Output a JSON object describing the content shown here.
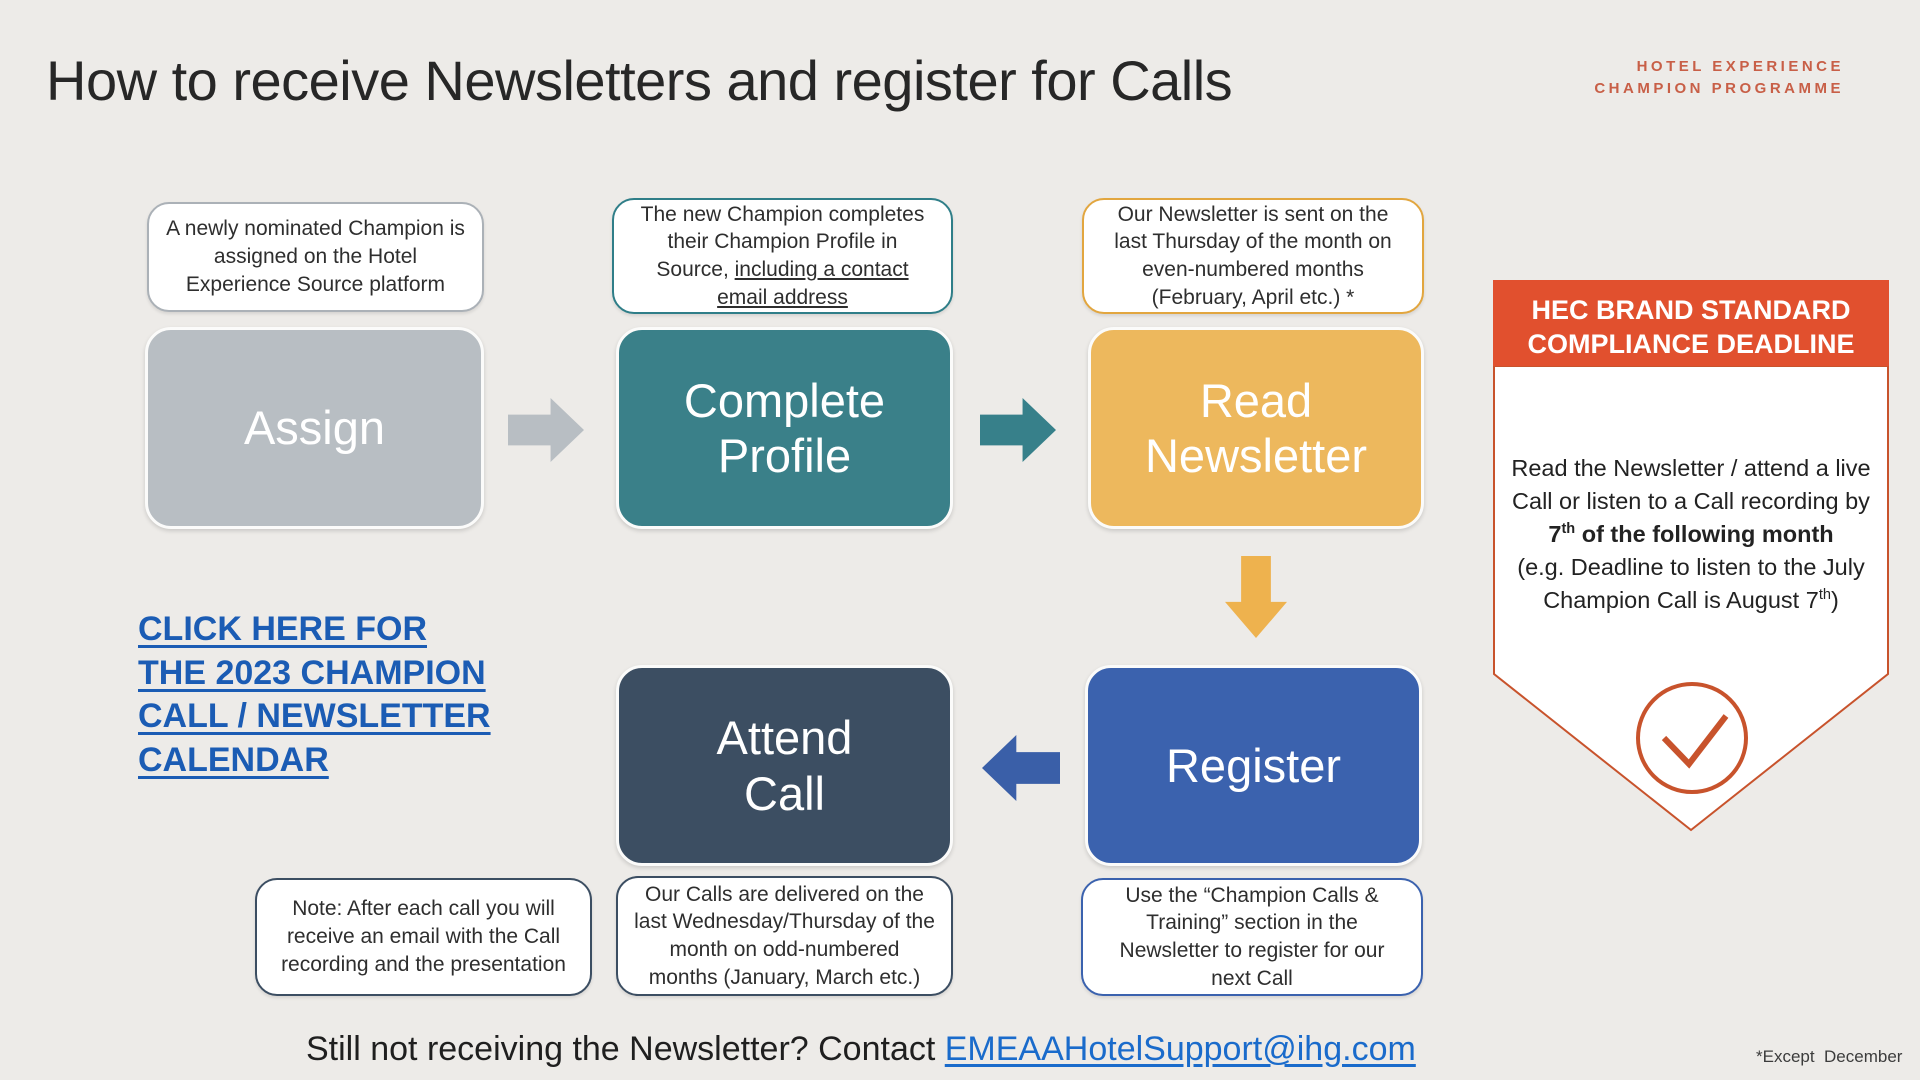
{
  "title": "How to receive Newsletters and register for Calls",
  "logo": {
    "line1": "HOTEL EXPERIENCE",
    "line2": "CHAMPION PROGRAMME"
  },
  "steps": {
    "assign": {
      "label": "Assign",
      "note": "A newly nominated Champion is assigned on the Hotel Experience Source platform"
    },
    "complete_profile": {
      "label": "Complete Profile",
      "note_prefix": "The new Champion completes their Champion Profile in Source, ",
      "note_underlined": "including a contact email address"
    },
    "read_newsletter": {
      "label": "Read Newsletter",
      "note": "Our Newsletter is sent on the last Thursday of the month on even-numbered months (February, April etc.) *"
    },
    "register": {
      "label": "Register",
      "note": "Use the “Champion Calls & Training” section in the Newsletter to register for our next Call"
    },
    "attend_call": {
      "label": "Attend Call",
      "note": "Our Calls are delivered on the last Wednesday/Thursday of the month on odd-numbered months (January, March etc.)",
      "extra_note": "Note: After each call you will receive an email with the Call recording and the presentation"
    }
  },
  "calendar_link": {
    "lines": [
      "CLICK HERE FOR",
      "THE 2023 CHAMPION",
      "CALL / NEWSLETTER",
      "CALENDAR"
    ]
  },
  "badge": {
    "header": "HEC BRAND STANDARD COMPLIANCE DEADLINE",
    "body_intro": "Read the Newsletter / attend a live Call or listen to a Call recording by",
    "deadline_day": "7",
    "deadline_sup": "th",
    "deadline_rest": " of the following month",
    "example_start": "(e.g. Deadline to listen to the July Champion Call is August 7",
    "example_sup": "th",
    "example_end": ")",
    "icon": "check-circle-icon"
  },
  "footer": {
    "question": "Still not receiving the Newsletter? Contact ",
    "email": "EMEAAHotelSupport@ihg.com",
    "footnote": "*Except  December"
  },
  "icons": {
    "flow_arrows": [
      "arrow-right-icon",
      "arrow-right-icon",
      "arrow-down-icon",
      "arrow-left-icon"
    ]
  },
  "colors": {
    "background": "#EDEBE8",
    "accent_orange": "#E1502E",
    "badge_outline": "#C8532C",
    "logo_coral": "#C85F47",
    "step_gray": "#B8BEC3",
    "step_teal": "#3A8089",
    "step_amber": "#EDB85D",
    "step_royal_blue": "#3B62AE",
    "step_navy": "#3C4E62",
    "link_blue": "#1B5CB4",
    "email_link_blue": "#1A6BCB"
  }
}
